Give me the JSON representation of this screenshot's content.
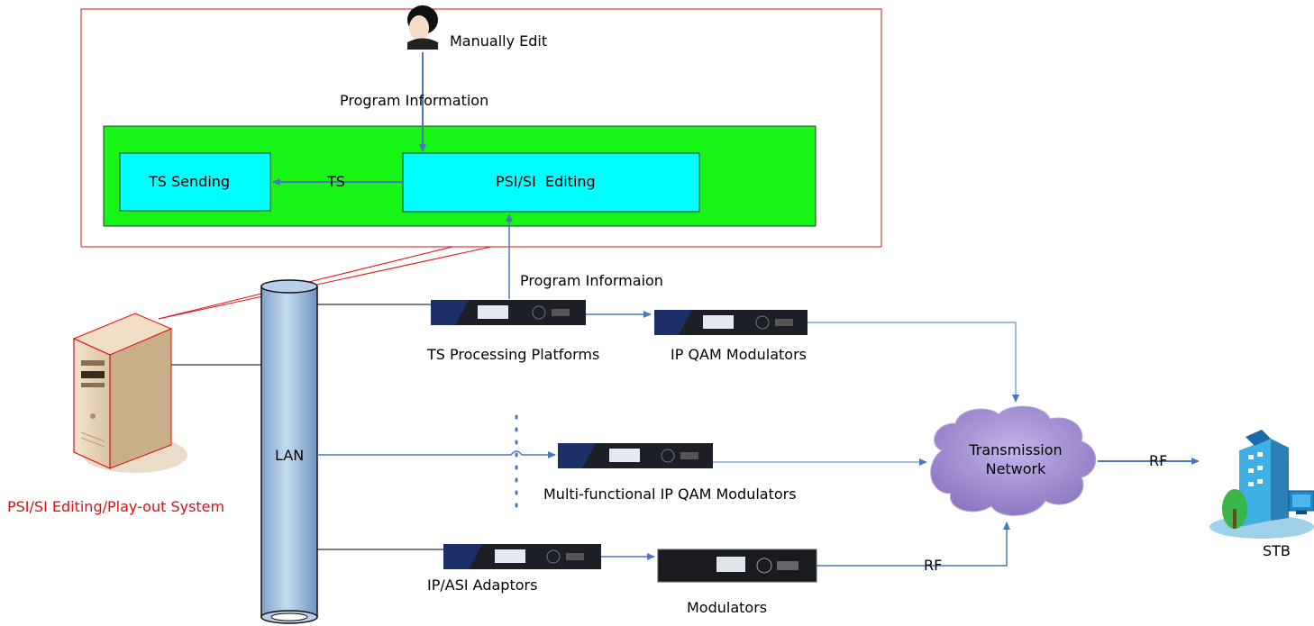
{
  "labels": {
    "manually_edit": "Manually Edit",
    "program_information": "Program Information",
    "ts_sending": "TS Sending",
    "ts": "TS",
    "psi_si_editing": "PSI/SI  Editing",
    "program_informaion": "Program Informaion",
    "ts_processing_platforms": "TS Processing Platforms",
    "ip_qam_modulators": "IP QAM Modulators",
    "lan": "LAN",
    "multi_functional_ip_qam_modulators": "Multi-functional IP QAM Modulators",
    "transmission_network": "Transmission Network",
    "rf_to_stb": "RF",
    "rf_modulators": "RF",
    "stb": "STB",
    "ip_asi_adaptors": "IP/ASI Adaptors",
    "modulators": "Modulators",
    "system": "PSI/SI Editing/Play-out System"
  },
  "colors": {
    "red_frame": "#e01010",
    "green_panel": "#16f516",
    "cyan_box": "#00ffff",
    "arrow": "#4a77c0",
    "lan_pipe": "#a9c4e2",
    "cloud": "#a58fd0"
  },
  "icons": {
    "operator": "person-icon",
    "server": "server-tower-icon",
    "stb": "stb-building-tv-icon"
  }
}
